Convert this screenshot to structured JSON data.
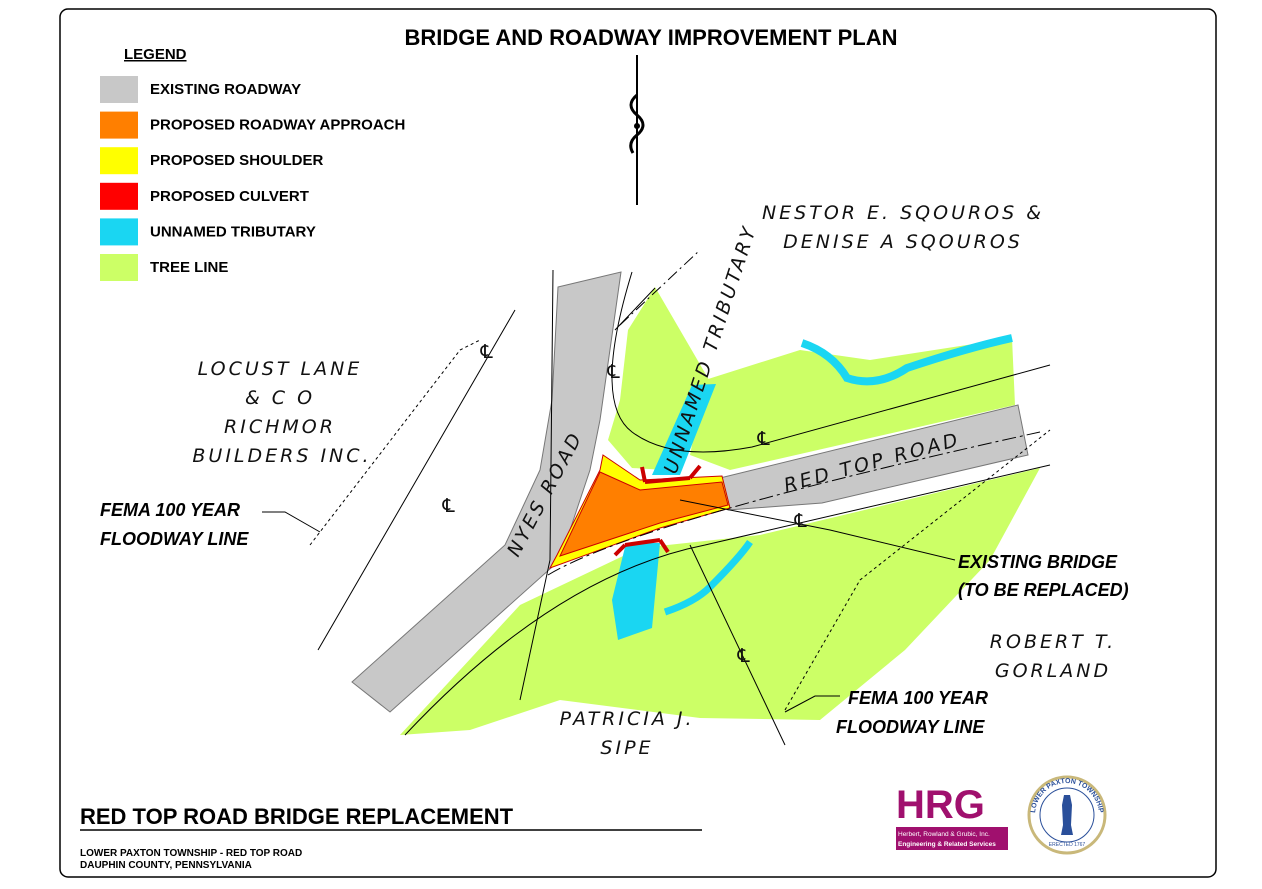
{
  "title": "BRIDGE AND ROADWAY IMPROVEMENT PLAN",
  "legend": {
    "heading": "LEGEND",
    "items": [
      {
        "label": "EXISTING ROADWAY",
        "color": "#c8c8c8"
      },
      {
        "label": "PROPOSED ROADWAY APPROACH",
        "color": "#ff7f00"
      },
      {
        "label": "PROPOSED SHOULDER",
        "color": "#ffff00"
      },
      {
        "label": "PROPOSED CULVERT",
        "color": "#ff0000"
      },
      {
        "label": "UNNAMED TRIBUTARY",
        "color": "#1ad6f2"
      },
      {
        "label": "TREE LINE",
        "color": "#ccff66"
      }
    ]
  },
  "map": {
    "owners": {
      "sqouros_1": "NESTOR E. SQOUROS &",
      "sqouros_2": "DENISE A SQOUROS",
      "locust_1": "LOCUST LANE",
      "locust_2": "& C O",
      "locust_3": "RICHMOR",
      "locust_4": "BUILDERS INC.",
      "gorland_1": "ROBERT T.",
      "gorland_2": "GORLAND",
      "sipe_1": "PATRICIA J.",
      "sipe_2": "SIPE"
    },
    "roads": {
      "nyes": "NYES ROAD",
      "red_top": "RED TOP ROAD"
    },
    "stream": "UNNAMED TRIBUTARY",
    "centerline_symbol": "℄",
    "callouts": {
      "fema_left_1": "FEMA 100 YEAR",
      "fema_left_2": "FLOODWAY LINE",
      "fema_right_1": "FEMA 100 YEAR",
      "fema_right_2": "FLOODWAY LINE",
      "bridge_1": "EXISTING BRIDGE",
      "bridge_2": "(TO BE REPLACED)"
    }
  },
  "footer": {
    "project_title": "RED TOP ROAD BRIDGE REPLACEMENT",
    "line1": "LOWER PAXTON TOWNSHIP - RED TOP ROAD",
    "line2": "DAUPHIN COUNTY, PENNSYLVANIA"
  },
  "logos": {
    "hrg": "HRG",
    "hrg_sub1": "Herbert, Rowland & Grubic, Inc.",
    "hrg_sub2": "Engineering & Related Services",
    "hrg_color": "#a0106e",
    "seal": "LOWER PAXTON TOWNSHIP",
    "seal_sub": "ERECTED 1767"
  }
}
